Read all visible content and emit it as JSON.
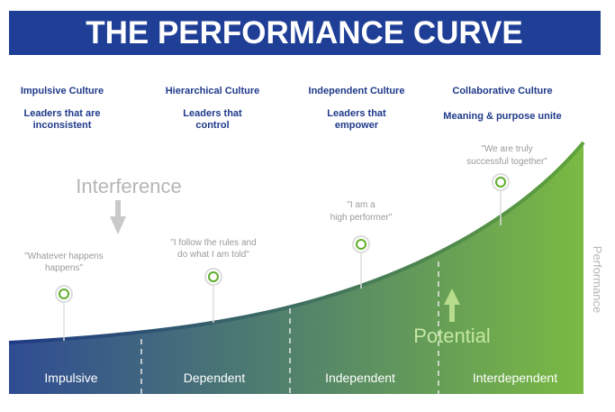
{
  "title": "THE PERFORMANCE CURVE",
  "cultures": [
    {
      "name": "Impulsive Culture",
      "leaders": [
        "Leaders that are",
        "inconsistent"
      ]
    },
    {
      "name": "Hierarchical Culture",
      "leaders": [
        "Leaders that",
        "control"
      ]
    },
    {
      "name": "Independent Culture",
      "leaders": [
        "Leaders that",
        "empower"
      ]
    },
    {
      "name": "Collaborative Culture",
      "leaders": [
        "Meaning & purpose unite"
      ]
    }
  ],
  "quotes": [
    [
      "\"Whatever happens",
      "happens\""
    ],
    [
      "\"I follow the rules and",
      "do what I am told\""
    ],
    [
      "\"I am a",
      "high performer\""
    ],
    [
      "\"We are truly",
      "successful together\""
    ]
  ],
  "stages": [
    "Impulsive",
    "Dependent",
    "Independent",
    "Interdependent"
  ],
  "interference_label": "Interference",
  "potential_label": "Potential",
  "axis_label": "Performance",
  "colors": {
    "banner": "#1f3f96",
    "start": "#2f4f94",
    "end": "#7ab648",
    "pin": "#5fad2a"
  }
}
